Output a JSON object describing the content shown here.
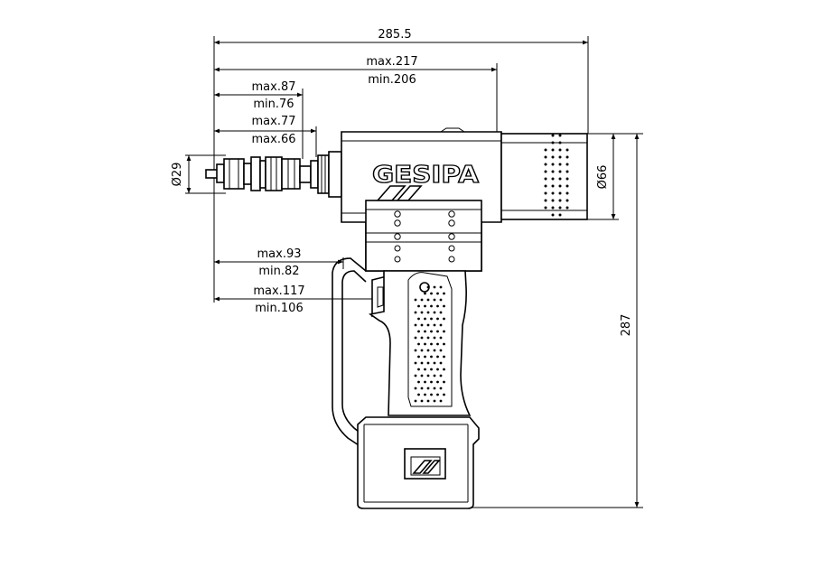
{
  "dimensions": {
    "overall_length": "285.5",
    "nose_max": "max.217",
    "nose_min": "min.206",
    "top1_max": "max.87",
    "top1_min": "min.76",
    "top2_max": "max.77",
    "top2_min": "max.66",
    "mid1_max": "max.93",
    "mid1_min": "min.82",
    "mid2_max": "max.117",
    "mid2_min": "min.106",
    "nose_diameter": "Ø29",
    "body_diameter": "Ø66",
    "height": "287"
  },
  "brand": {
    "logo_text": "GESIPA"
  }
}
